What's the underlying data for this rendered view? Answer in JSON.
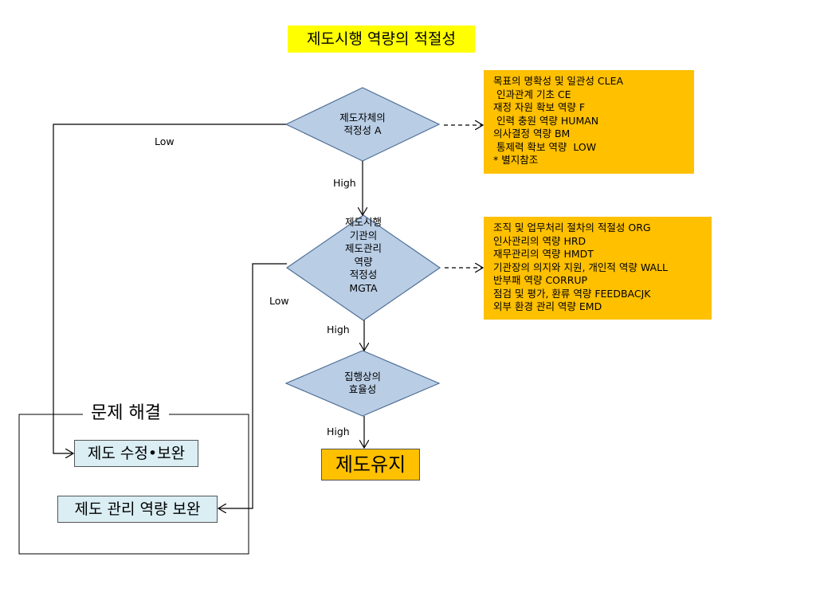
{
  "title": "제도시행 역량의 적절성",
  "diamonds": {
    "d1": {
      "lines": [
        "제도자체의",
        "적정성 A"
      ]
    },
    "d2": {
      "lines": [
        "제도시행",
        "기관의",
        "제도관리",
        "역량",
        "적정성",
        "MGTA"
      ]
    },
    "d3": {
      "lines": [
        "집행상의",
        "효율성"
      ]
    }
  },
  "criteria_box_1": {
    "lines": [
      "목표의 명확성 및 일관성 CLEA",
      " 인과관계 기초 CE",
      "재정 자원 확보 역량 F",
      " 인력 충원 역량 HUMAN",
      "의사결정 역량 BM",
      " 통제력 확보 역량  LOW",
      "* 별지참조"
    ]
  },
  "criteria_box_2": {
    "lines": [
      "조직 및 업무처리 절차의 적절성 ORG",
      "인사관리의 역량 HRD",
      "재무관리의 역량 HMDT",
      "기관장의 의지와 지원, 개인적 역량 WALL",
      "반부패 역량 CORRUP",
      "점검 및 평가, 환류 역량 FEEDBACJK",
      "외부 환경 관리 역량 EMD"
    ]
  },
  "edge_labels": {
    "low_1": "Low",
    "high_1": "High",
    "low_2": "Low",
    "high_2": "High",
    "high_3": "High"
  },
  "problem_group": {
    "title": "문제 해결",
    "revise_box": "제도 수정•보완",
    "capacity_box": "제도 관리 역량 보완"
  },
  "keep_box": "제도유지",
  "colors": {
    "title_bg": "#ffff00",
    "diamond_fill": "#b9cde5",
    "criteria_bg": "#ffc000",
    "solution_bg": "#daeef3",
    "keep_bg": "#ffc000"
  }
}
